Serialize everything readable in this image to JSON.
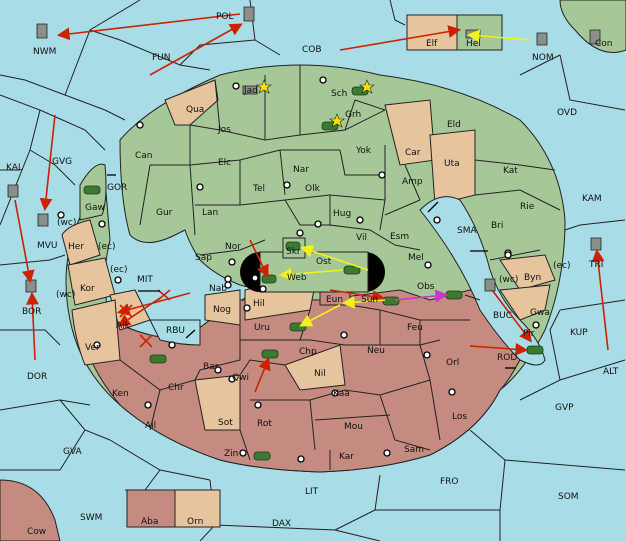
{
  "colors": {
    "sea": "#a8dce6",
    "green": "#a6c899",
    "tan": "#e6c49e",
    "red": "#c58b80",
    "order_red": "#cc2200",
    "order_yellow": "#f2f21a",
    "order_magenta": "#cc33cc",
    "unit_fill": "#3b7a33"
  },
  "labels": {
    "NWM": "NWM",
    "POL": "POL",
    "FUN": "FUN",
    "COB": "COB",
    "Elf": "Elf",
    "Hel": "Hel",
    "NOM": "NOM",
    "Con": "Con",
    "Jad": "Jad",
    "Sch": "Sch",
    "Qua": "Qua",
    "Jos": "Jos",
    "Grh": "Grh",
    "Eld": "Eld",
    "OVD": "OVD",
    "Can": "Can",
    "Yok": "Yok",
    "Car": "Car",
    "Uta": "Uta",
    "KAL": "KAL",
    "GVG": "GVG",
    "Elc": "Elc",
    "Nar": "Nar",
    "Amp": "Amp",
    "Kat": "Kat",
    "GOR": "GOR",
    "Tel": "Tel",
    "Olk": "Olk",
    "KAM": "KAM",
    "Gaw": "Gaw",
    "Gur": "Gur",
    "Lan": "Lan",
    "Hug": "Hug",
    "Rie": "Rie",
    "wc1": "(wc)",
    "Bri": "Bri",
    "MVU": "MVU",
    "Her": "Her",
    "ec1": "(ec)",
    "Nor": "Nor",
    "Vil": "Vil",
    "Esm": "Esm",
    "SMA": "SMA",
    "Skr": "Skr",
    "Sap": "Sap",
    "Ost": "Ost",
    "Mel": "Mel",
    "ec2": "(ec)",
    "Web": "Web",
    "ec3": "(ec)",
    "Byn": "Byn",
    "TRI": "TRI",
    "MIT": "MIT",
    "Kor": "Kor",
    "wc2": "(wc)",
    "Nab": "Nab",
    "Obs": "Obs",
    "BOR": "BOR",
    "Eun": "Eun",
    "Sun": "Sun",
    "BUC": "BUC",
    "wc3": "(wc)",
    "Gwa": "Gwa",
    "KUP": "KUP",
    "Hil": "Hil",
    "Aik": "Aik",
    "Nog": "Nog",
    "RBU": "RBU",
    "Uru": "Uru",
    "Feu": "Feu",
    "Pir": "Pir",
    "DOR": "DOR",
    "Ver": "Ver",
    "Chp": "Chp",
    "Neu": "Neu",
    "ROD": "ROD",
    "ALT": "ALT",
    "Bar": "Bar",
    "Qwi": "Qwi",
    "Nil": "Nil",
    "Orl": "Orl",
    "Ken": "Ken",
    "Chr": "Chr",
    "Kaa": "Kaa",
    "GVP": "GVP",
    "Ail": "Ail",
    "Sot": "Sot",
    "Rot": "Rot",
    "Los": "Los",
    "GVA": "GVA",
    "Mou": "Mou",
    "Sam": "Sam",
    "Zin": "Zin",
    "Kar": "Kar",
    "FRO": "FRO",
    "SOM": "SOM",
    "LIT": "LIT",
    "SWM": "SWM",
    "Aba": "Aba",
    "Orn": "Orn",
    "DAX": "DAX",
    "Cow": "Cow"
  },
  "units": {
    "fleets": 8,
    "armies": 14
  }
}
